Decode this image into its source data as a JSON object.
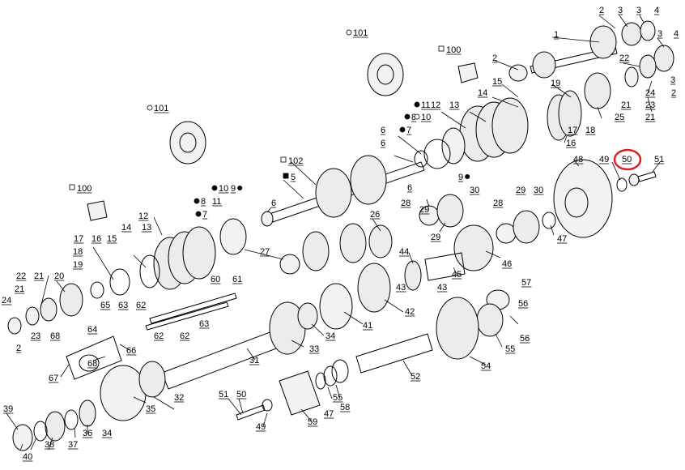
{
  "highlight": {
    "label": "50",
    "color": "#d9202a"
  },
  "labels": [
    {
      "id": "l1",
      "text": "1",
      "prefix": ""
    },
    {
      "id": "l2a",
      "text": "2",
      "prefix": ""
    },
    {
      "id": "l3a",
      "text": "3",
      "prefix": ""
    },
    {
      "id": "l3b",
      "text": "3",
      "prefix": ""
    },
    {
      "id": "l4a",
      "text": "4",
      "prefix": ""
    },
    {
      "id": "l101a",
      "text": "101",
      "prefix": "open-circle"
    },
    {
      "id": "l100a",
      "text": "100",
      "prefix": "open-square"
    },
    {
      "id": "l2b",
      "text": "2",
      "prefix": ""
    },
    {
      "id": "l3c",
      "text": "3",
      "prefix": ""
    },
    {
      "id": "l4b",
      "text": "4",
      "prefix": ""
    },
    {
      "id": "l22a",
      "text": "22",
      "prefix": ""
    },
    {
      "id": "l3d",
      "text": "3",
      "prefix": ""
    },
    {
      "id": "l15a",
      "text": "15",
      "prefix": ""
    },
    {
      "id": "l19a",
      "text": "19",
      "prefix": ""
    },
    {
      "id": "l101b",
      "text": "101",
      "prefix": "open-circle"
    },
    {
      "id": "l11a",
      "text": "11",
      "prefix": "dot"
    },
    {
      "id": "l12a",
      "text": "12",
      "prefix": ""
    },
    {
      "id": "l13a",
      "text": "13",
      "prefix": ""
    },
    {
      "id": "l14a",
      "text": "14",
      "prefix": ""
    },
    {
      "id": "l24a",
      "text": "24",
      "prefix": ""
    },
    {
      "id": "l2c",
      "text": "2",
      "prefix": ""
    },
    {
      "id": "l8a",
      "text": "8",
      "prefix": "dot"
    },
    {
      "id": "l10a",
      "text": "10",
      "prefix": "open-circle"
    },
    {
      "id": "l21a",
      "text": "21",
      "prefix": ""
    },
    {
      "id": "l23a",
      "text": "23",
      "prefix": ""
    },
    {
      "id": "l21b",
      "text": "21",
      "prefix": ""
    },
    {
      "id": "l25a",
      "text": "25",
      "prefix": ""
    },
    {
      "id": "l17a",
      "text": "17",
      "prefix": ""
    },
    {
      "id": "l18a",
      "text": "18",
      "prefix": ""
    },
    {
      "id": "l16a",
      "text": "16",
      "prefix": ""
    },
    {
      "id": "l6a",
      "text": "6",
      "prefix": ""
    },
    {
      "id": "l7a",
      "text": "7",
      "prefix": "dot"
    },
    {
      "id": "l6b",
      "text": "6",
      "prefix": ""
    },
    {
      "id": "l102a",
      "text": "102",
      "prefix": "open-square"
    },
    {
      "id": "l5a",
      "text": "5",
      "prefix": "filled-square"
    },
    {
      "id": "l48a",
      "text": "48",
      "prefix": ""
    },
    {
      "id": "l49a",
      "text": "49",
      "prefix": ""
    },
    {
      "id": "l50a",
      "text": "50",
      "prefix": ""
    },
    {
      "id": "l51a",
      "text": "51",
      "prefix": ""
    },
    {
      "id": "l6c",
      "text": "6",
      "prefix": ""
    },
    {
      "id": "l9a",
      "text": "9",
      "prefix": "dot-after"
    },
    {
      "id": "l100b",
      "text": "100",
      "prefix": "open-square"
    },
    {
      "id": "l10b",
      "text": "10",
      "prefix": "dot"
    },
    {
      "id": "l9b",
      "text": "9",
      "prefix": "dot-after"
    },
    {
      "id": "l8b",
      "text": "8",
      "prefix": "dot"
    },
    {
      "id": "l11b",
      "text": "11",
      "prefix": ""
    },
    {
      "id": "l7b",
      "text": "7",
      "prefix": "dot"
    },
    {
      "id": "l6d",
      "text": "6",
      "prefix": ""
    },
    {
      "id": "l28a",
      "text": "28",
      "prefix": ""
    },
    {
      "id": "l29a",
      "text": "29",
      "prefix": ""
    },
    {
      "id": "l30a",
      "text": "30",
      "prefix": ""
    },
    {
      "id": "l28b",
      "text": "28",
      "prefix": ""
    },
    {
      "id": "l29b",
      "text": "29",
      "prefix": ""
    },
    {
      "id": "l30b",
      "text": "30",
      "prefix": ""
    },
    {
      "id": "l26a",
      "text": "26",
      "prefix": ""
    },
    {
      "id": "l29c",
      "text": "29",
      "prefix": ""
    },
    {
      "id": "l47a",
      "text": "47",
      "prefix": ""
    },
    {
      "id": "l12b",
      "text": "12",
      "prefix": ""
    },
    {
      "id": "l14b",
      "text": "14",
      "prefix": ""
    },
    {
      "id": "l13b",
      "text": "13",
      "prefix": ""
    },
    {
      "id": "l17b",
      "text": "17",
      "prefix": ""
    },
    {
      "id": "l16b",
      "text": "16",
      "prefix": ""
    },
    {
      "id": "l15b",
      "text": "15",
      "prefix": ""
    },
    {
      "id": "l18b",
      "text": "18",
      "prefix": ""
    },
    {
      "id": "l27a",
      "text": "27",
      "prefix": ""
    },
    {
      "id": "l44a",
      "text": "44",
      "prefix": ""
    },
    {
      "id": "l46a",
      "text": "46",
      "prefix": ""
    },
    {
      "id": "l19b",
      "text": "19",
      "prefix": ""
    },
    {
      "id": "l22b",
      "text": "22",
      "prefix": ""
    },
    {
      "id": "l21c",
      "text": "21",
      "prefix": ""
    },
    {
      "id": "l20a",
      "text": "20",
      "prefix": ""
    },
    {
      "id": "l60a",
      "text": "60",
      "prefix": ""
    },
    {
      "id": "l61a",
      "text": "61",
      "prefix": ""
    },
    {
      "id": "l45a",
      "text": "45",
      "prefix": ""
    },
    {
      "id": "l43a",
      "text": "43",
      "prefix": ""
    },
    {
      "id": "l43b",
      "text": "43",
      "prefix": ""
    },
    {
      "id": "l57a",
      "text": "57",
      "prefix": ""
    },
    {
      "id": "l21d",
      "text": "21",
      "prefix": ""
    },
    {
      "id": "l24b",
      "text": "24",
      "prefix": ""
    },
    {
      "id": "l65a",
      "text": "65",
      "prefix": ""
    },
    {
      "id": "l63a",
      "text": "63",
      "prefix": ""
    },
    {
      "id": "l62a",
      "text": "62",
      "prefix": ""
    },
    {
      "id": "l42a",
      "text": "42",
      "prefix": ""
    },
    {
      "id": "l56a",
      "text": "56",
      "prefix": ""
    },
    {
      "id": "l23b",
      "text": "23",
      "prefix": ""
    },
    {
      "id": "l64a",
      "text": "64",
      "prefix": ""
    },
    {
      "id": "l62b",
      "text": "62",
      "prefix": ""
    },
    {
      "id": "l62c",
      "text": "62",
      "prefix": ""
    },
    {
      "id": "l63b",
      "text": "63",
      "prefix": ""
    },
    {
      "id": "l41a",
      "text": "41",
      "prefix": ""
    },
    {
      "id": "l56b",
      "text": "56",
      "prefix": ""
    },
    {
      "id": "l2d",
      "text": "2",
      "prefix": ""
    },
    {
      "id": "l68a",
      "text": "68",
      "prefix": ""
    },
    {
      "id": "l34a",
      "text": "34",
      "prefix": ""
    },
    {
      "id": "l66a",
      "text": "66",
      "prefix": ""
    },
    {
      "id": "l33a",
      "text": "33",
      "prefix": ""
    },
    {
      "id": "l55a",
      "text": "55",
      "prefix": ""
    },
    {
      "id": "l68b",
      "text": "68",
      "prefix": ""
    },
    {
      "id": "l31a",
      "text": "31",
      "prefix": ""
    },
    {
      "id": "l54a",
      "text": "54",
      "prefix": ""
    },
    {
      "id": "l52a",
      "text": "52",
      "prefix": ""
    },
    {
      "id": "l67a",
      "text": "67",
      "prefix": ""
    },
    {
      "id": "l51b",
      "text": "51",
      "prefix": ""
    },
    {
      "id": "l50b",
      "text": "50",
      "prefix": ""
    },
    {
      "id": "l32a",
      "text": "32",
      "prefix": ""
    },
    {
      "id": "l55b",
      "text": "55",
      "prefix": ""
    },
    {
      "id": "l35a",
      "text": "35",
      "prefix": ""
    },
    {
      "id": "l58a",
      "text": "58",
      "prefix": ""
    },
    {
      "id": "l47b",
      "text": "47",
      "prefix": ""
    },
    {
      "id": "l39a",
      "text": "39",
      "prefix": ""
    },
    {
      "id": "l49b",
      "text": "49",
      "prefix": ""
    },
    {
      "id": "l59a",
      "text": "59",
      "prefix": ""
    },
    {
      "id": "l36a",
      "text": "36",
      "prefix": ""
    },
    {
      "id": "l34b",
      "text": "34",
      "prefix": ""
    },
    {
      "id": "l38a",
      "text": "38",
      "prefix": ""
    },
    {
      "id": "l37a",
      "text": "37",
      "prefix": ""
    },
    {
      "id": "l40a",
      "text": "40",
      "prefix": ""
    }
  ]
}
